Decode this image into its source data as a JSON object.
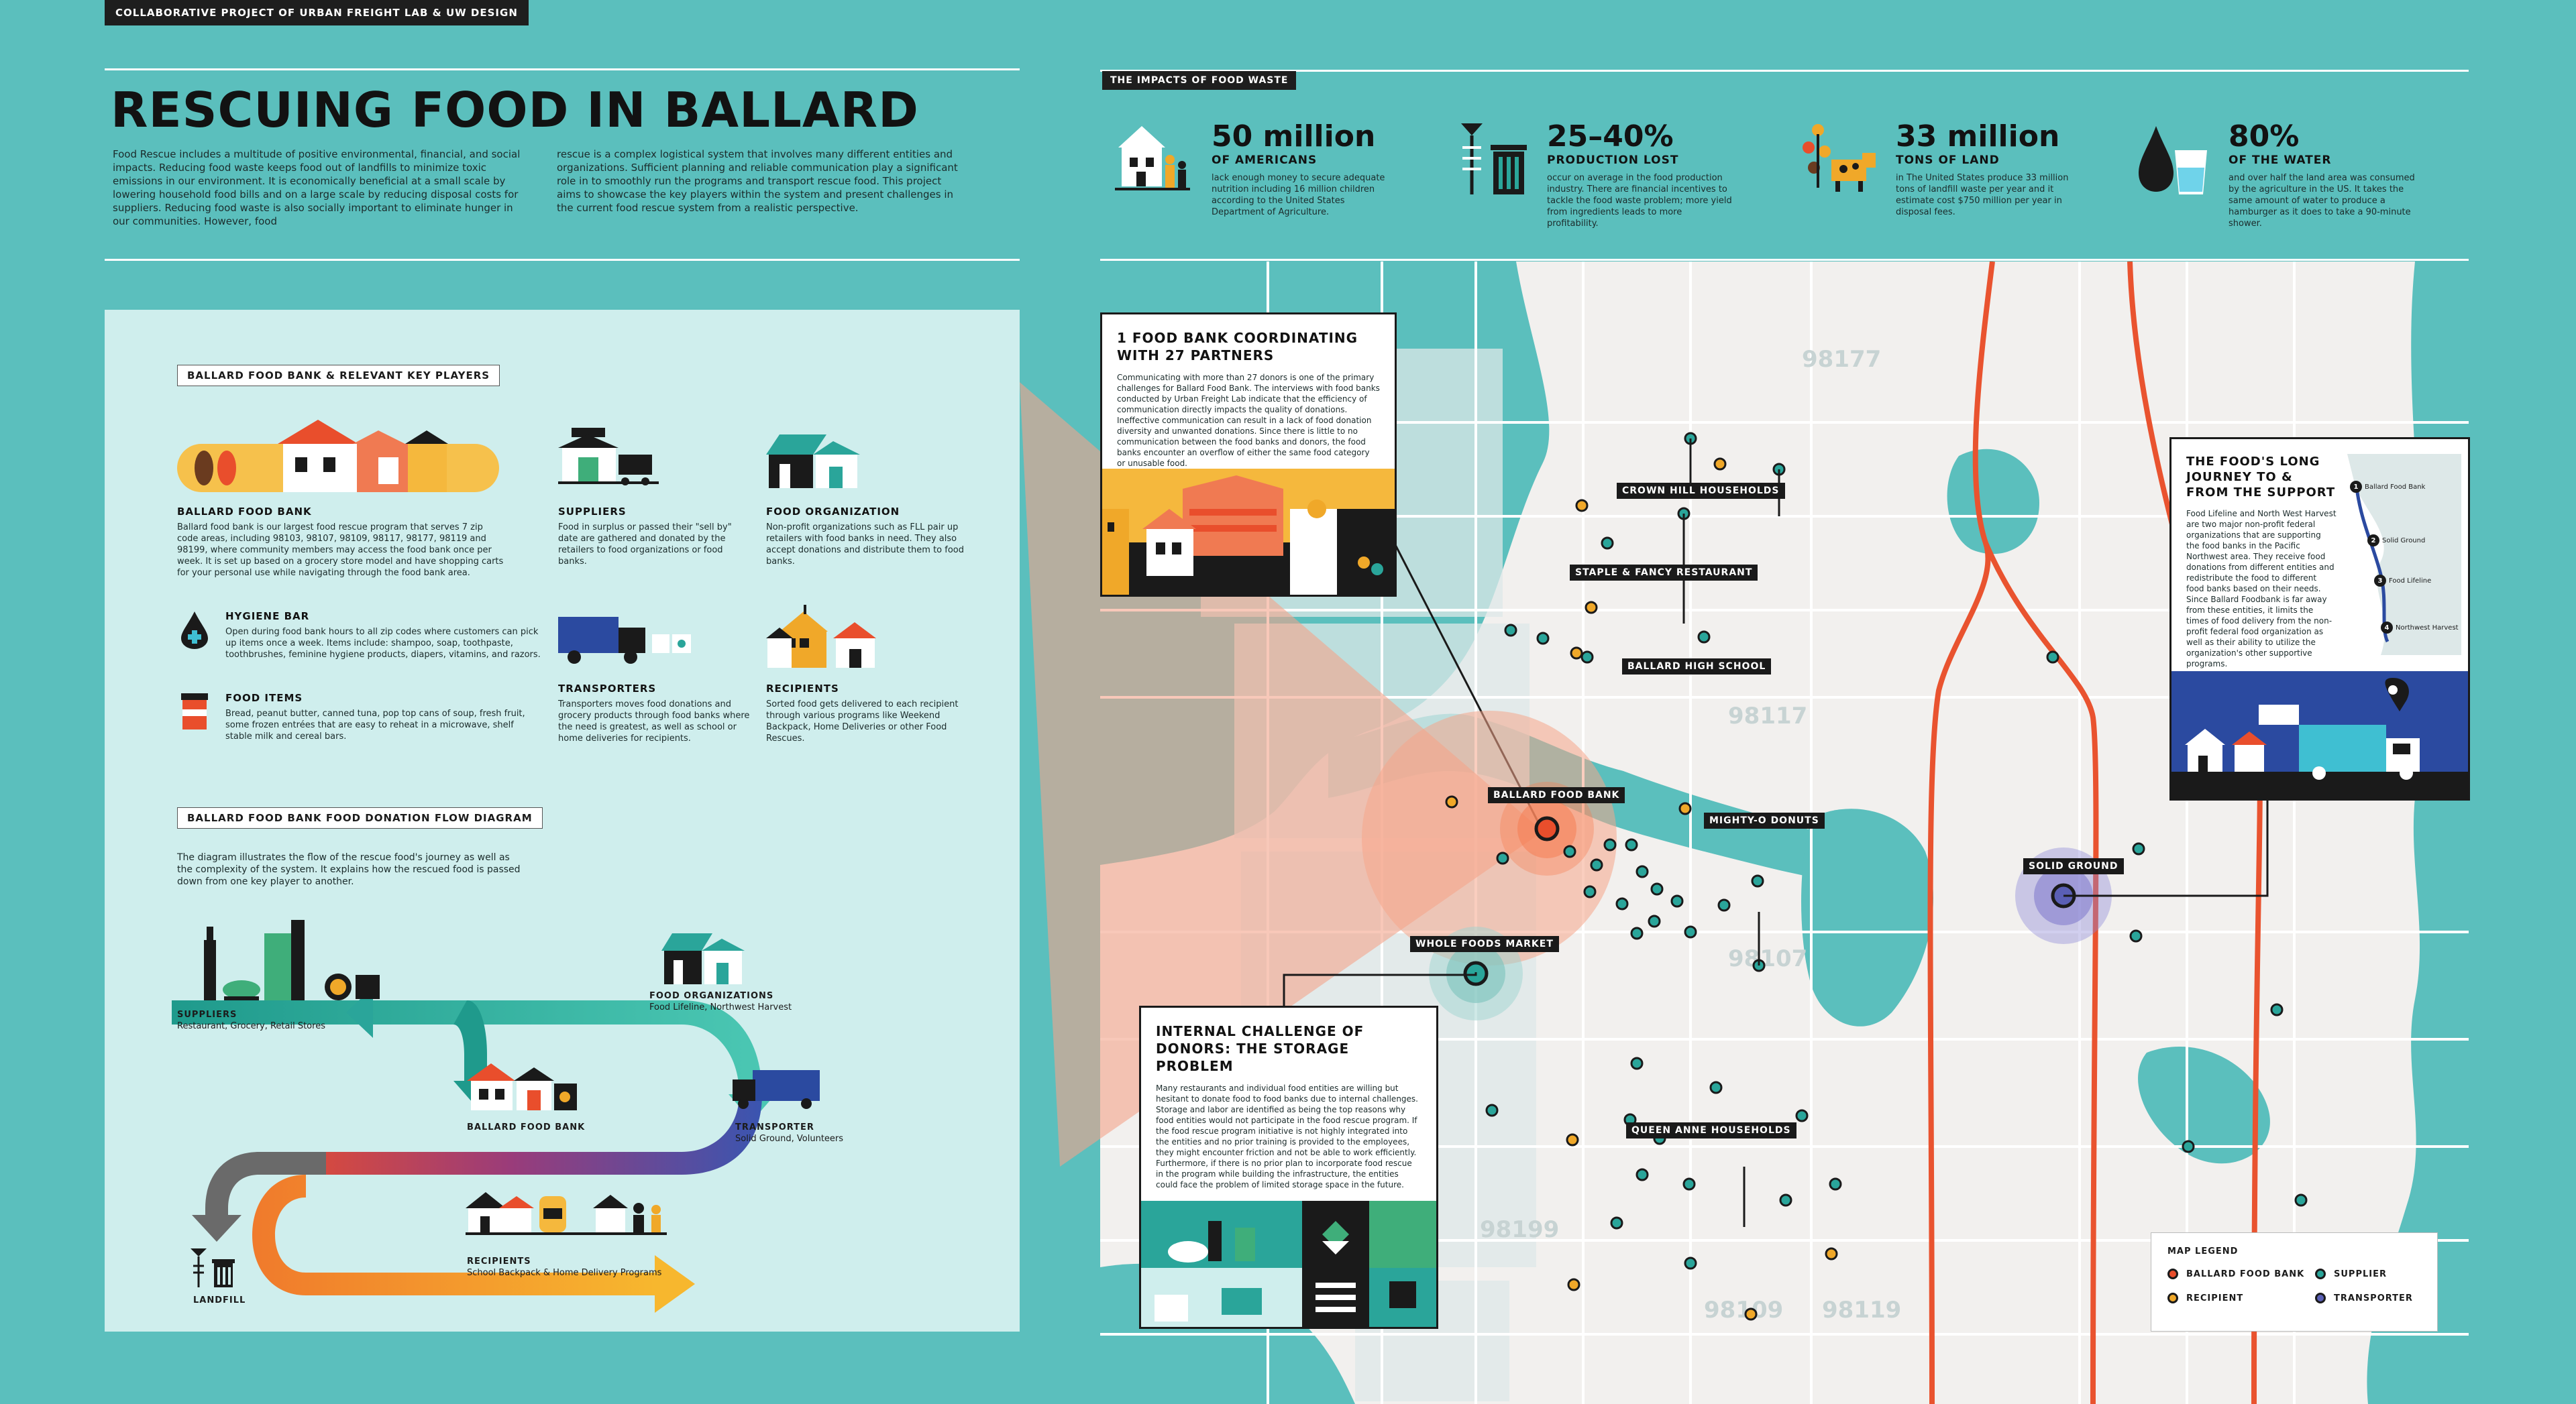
{
  "header": {
    "top_tag": "COLLABORATIVE PROJECT OF URBAN FREIGHT LAB & UW DESIGN",
    "title": "RESCUING FOOD IN BALLARD",
    "intro_col1": "Food Rescue includes a multitude of positive environmental, financial, and social impacts. Reducing food waste keeps food out of landfills to minimize toxic emissions in our environment. It is economically beneficial at a small scale by lowering household food bills and on a large scale by reducing disposal costs for suppliers. Reducing food waste is also socially important to eliminate hunger in our communities. However, food",
    "intro_col2": "rescue is a complex logistical system that involves many different entities and organizations. Sufficient planning and reliable communication play a significant role in to smoothly run the programs and transport rescue food. This project aims to showcase the key players within the system and present challenges in the current food rescue system from a realistic perspective."
  },
  "impacts": {
    "tag": "THE IMPACTS OF FOOD WASTE",
    "stats": [
      {
        "num": "50 million",
        "label": "OF AMERICANS",
        "text": "lack enough money to secure adequate nutrition including 16 million children according to the United States Department of Agriculture."
      },
      {
        "num": "25–40%",
        "label": "PRODUCTION LOST",
        "text": "occur on average in the food production industry. There are financial incentives to tackle the food waste problem; more yield from ingredients leads to more profitability."
      },
      {
        "num": "33 million",
        "label": "TONS OF LAND",
        "text": "in The United States produce 33 million tons of landfill waste per year and it estimate cost $750 million per year in disposal fees."
      },
      {
        "num": "80%",
        "label": "OF THE WATER",
        "text": "and over half the land area was consumed by the agriculture in the US. It takes the same amount of water to produce a hamburger as it does to take a 90-minute shower."
      }
    ]
  },
  "key_players": {
    "tag": "BALLARD FOOD BANK & RELEVANT KEY PLAYERS",
    "food_bank": {
      "title": "BALLARD FOOD BANK",
      "text": "Ballard food bank is our largest food rescue program that serves 7 zip code areas, including 98103, 98107, 98109, 98117, 98177, 98119 and 98199, where community members may access the food bank once per week. It is set up based on a grocery store model and have shopping carts for your personal use while navigating through the food bank area."
    },
    "hygiene": {
      "title": "HYGIENE BAR",
      "text": "Open during food bank hours to all zip codes where customers can pick up items once a week. Items include: shampoo, soap, toothpaste, toothbrushes, feminine hygiene products, diapers, vitamins, and razors."
    },
    "food_items": {
      "title": "FOOD ITEMS",
      "text": "Bread, peanut butter, canned tuna, pop top cans of soup, fresh fruit, some frozen entrées that are easy to reheat in a microwave, shelf stable milk and cereal bars."
    },
    "suppliers": {
      "title": "SUPPLIERS",
      "text": "Food in surplus or passed their \"sell by\" date are gathered and donated by the retailers to food organizations or food banks."
    },
    "transporters": {
      "title": "TRANSPORTERS",
      "text": "Transporters moves food donations and grocery products through food banks where the need is greatest, as well as school or home deliveries for recipients."
    },
    "food_org": {
      "title": "FOOD ORGANIZATION",
      "text": "Non-profit organizations such as FLL pair up retailers with food banks in need. They also accept donations and distribute them to food banks."
    },
    "recipients": {
      "title": "RECIPIENTS",
      "text": "Sorted food gets delivered to each recipient through various programs like Weekend Backpack, Home Deliveries or other Food Rescues."
    }
  },
  "flow": {
    "tag": "BALLARD FOOD BANK FOOD DONATION FLOW DIAGRAM",
    "intro": "The diagram illustrates the flow of the rescue food's journey as well as the complexity of the system. It explains how the rescued food is passed down from one key player to another.",
    "suppliers": {
      "label": "SUPPLIERS",
      "sub": "Restaurant, Grocery, Retail Stores"
    },
    "food_org": {
      "label": "FOOD ORGANIZATIONS",
      "sub": "Food Lifeline, Northwest Harvest"
    },
    "food_bank": {
      "label": "BALLARD FOOD BANK"
    },
    "transporter": {
      "label": "TRANSPORTER",
      "sub": "Solid Ground, Volunteers"
    },
    "landfill": {
      "label": "LANDFILL"
    },
    "recipients": {
      "label": "RECIPIENTS",
      "sub": "School Backpack & Home Delivery Programs"
    }
  },
  "map": {
    "zips": [
      "98177",
      "98117",
      "98107",
      "98199",
      "98109",
      "98119"
    ],
    "labels": {
      "crown_hill": "CROWN HILL HOUSEHOLDS",
      "staple": "STAPLE & FANCY RESTAURANT",
      "ballard_high": "BALLARD HIGH SCHOOL",
      "ballard_fb": "BALLARD FOOD BANK",
      "mighty": "MIGHTY-O DONUTS",
      "whole_foods": "WHOLE FOODS MARKET",
      "solid_ground": "SOLID GROUND",
      "queen_anne": "QUEEN ANNE HOUSEHOLDS"
    },
    "legend": {
      "title": "MAP LEGEND",
      "items": [
        {
          "label": "BALLARD FOOD BANK",
          "color": "#e94e2c"
        },
        {
          "label": "SUPPLIER",
          "color": "#2aa59a"
        },
        {
          "label": "RECIPIENT",
          "color": "#f0a829"
        },
        {
          "label": "TRANSPORTER",
          "color": "#5a5fb5"
        }
      ]
    }
  },
  "cards": {
    "coordinating": {
      "title": "1 FOOD BANK COORDINATING WITH 27 PARTNERS",
      "text": "Communicating with more than 27 donors is one of the primary challenges for Ballard Food Bank. The interviews with food banks conducted by Urban Freight Lab indicate that the efficiency of communication directly impacts the quality of donations. Ineffective communication can result in a lack of food donation diversity and unwanted donations. Since there is little to no communication between the food banks and donors, the food banks encounter an overflow of either the same food category or unusable food."
    },
    "storage": {
      "title": "INTERNAL CHALLENGE OF DONORS: THE STORAGE PROBLEM",
      "text": "Many restaurants and individual food entities are willing but hesitant to donate food to food banks due to internal challenges. Storage and labor are identified as being the top reasons why food entities would not participate in the food rescue program. If the food rescue program initiative is not highly integrated into the entities and no prior training is provided to the employees, they might encounter friction and not be able to work efficiently. Furthermore, if there is no prior plan to incorporate food rescue in the program while building the infrastructure, the entities could face the problem of limited storage space in the future."
    },
    "journey": {
      "title": "THE FOOD'S LONG JOURNEY TO & FROM THE SUPPORT",
      "text": "Food Lifeline and North West Harvest are two major non-profit federal organizations that are supporting the food banks in the Pacific Northwest area. They receive food donations from different entities and redistribute the food to different food banks based on their needs. Since Ballard Foodbank is far away from these entities, it limits the times of food delivery from the non-profit federal food organization as well as their ability to utilize the organization's other supportive programs.",
      "stops": [
        {
          "n": "1",
          "name": "Ballard Food Bank"
        },
        {
          "n": "2",
          "name": "Solid Ground"
        },
        {
          "n": "3",
          "name": "Food Lifeline"
        },
        {
          "n": "4",
          "name": "Northwest Harvest"
        }
      ]
    }
  },
  "colors": {
    "teal_bg": "#5bbfbd",
    "panel": "#cfeeed",
    "food_bank": "#e94e2c",
    "supplier": "#2aa59a",
    "recipient": "#f0a829",
    "transporter": "#5a5fb5",
    "road": "#e9532f"
  }
}
